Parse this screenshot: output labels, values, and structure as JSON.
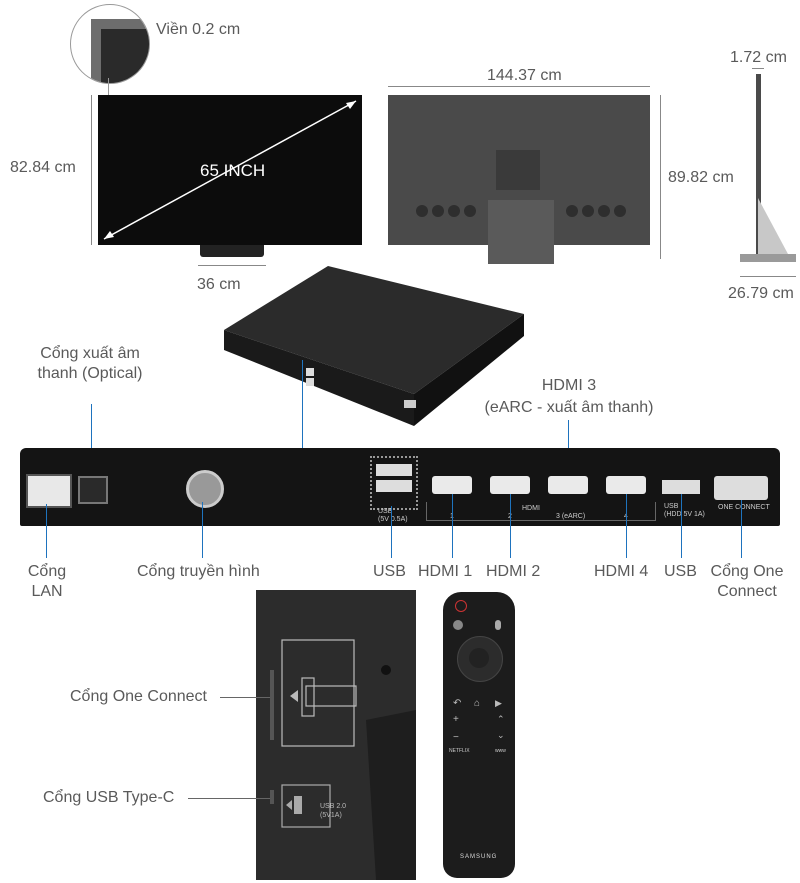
{
  "dimensions": {
    "bezel": "Viền 0.2 cm",
    "diagonal": "65 INCH",
    "height_front": "82.84 cm",
    "stand_width": "36 cm",
    "width": "144.37 cm",
    "height_back": "89.82 cm",
    "depth_top": "1.72 cm",
    "depth_base": "26.79 cm"
  },
  "ports": {
    "optical": "Cổng xuất âm thanh (Optical)",
    "hdmi3": "HDMI 3",
    "hdmi3_sub": "(eARC - xuất âm thanh)",
    "lan": "Cổng LAN",
    "antenna": "Cổng truyền hình",
    "usb_left": "USB",
    "hdmi1": "HDMI 1",
    "hdmi2": "HDMI 2",
    "hdmi4": "HDMI 4",
    "usb_right": "USB",
    "one_connect": "Cổng One Connect"
  },
  "panel_print": {
    "usb_a": "USB",
    "usb_a_spec": "(5V 0.5A)",
    "hdmi_group": "HDMI",
    "hdmi_nums": [
      "1",
      "2",
      "3 (eARC)",
      "4"
    ],
    "usb_b": "USB",
    "usb_b_spec": "(HDD 5V 1A)",
    "one_connect": "ONE CONNECT"
  },
  "back_ports": {
    "one_connect": "Cổng One Connect",
    "usb_c": "Cổng USB Type-C",
    "usb_c_print": "USB 2.0",
    "usb_c_spec": "(5V1A)"
  },
  "remote": {
    "brand": "SAMSUNG",
    "app1": "NETFLIX",
    "app2": "www"
  }
}
